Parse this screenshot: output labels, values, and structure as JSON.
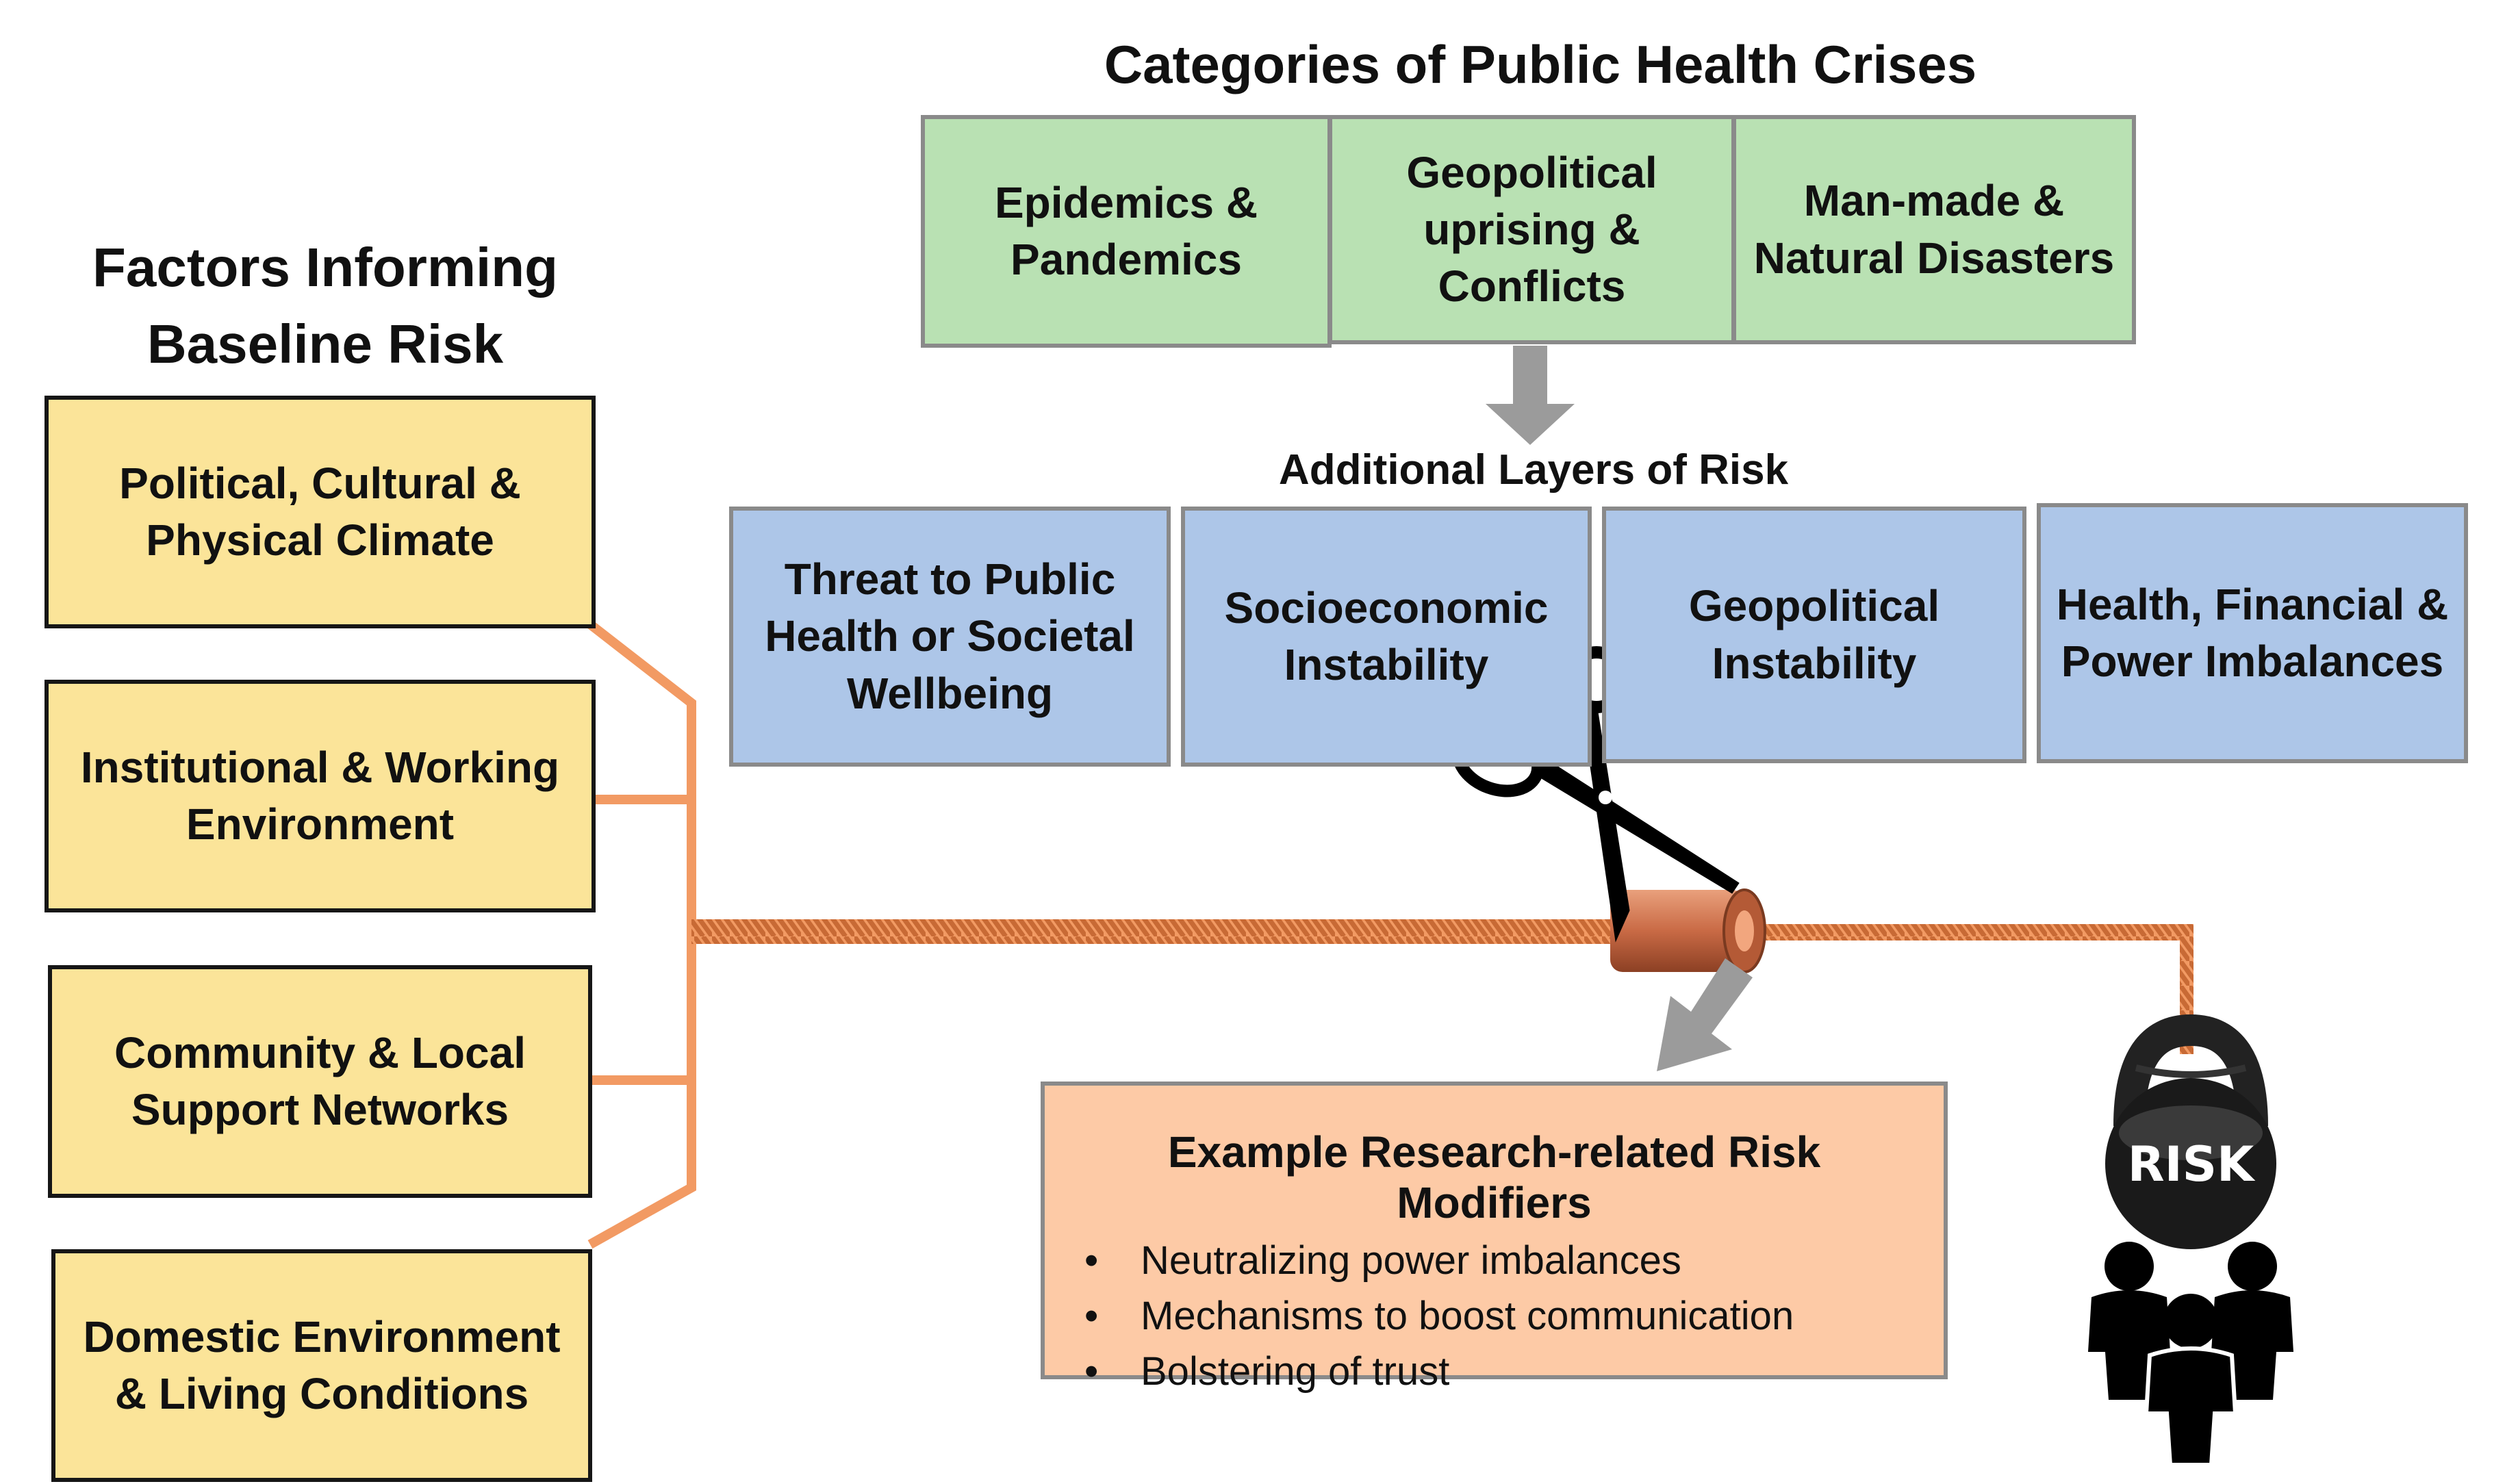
{
  "crises": {
    "title": "Categories of Public Health Crises",
    "items": [
      "Epidemics & Pandemics",
      "Geopolitical uprising & Conflicts",
      "Man-made & Natural Disasters"
    ]
  },
  "layers": {
    "title": "Additional Layers of Risk",
    "items": [
      "Threat to Public Health or Societal Wellbeing",
      "Socioeconomic Instability",
      "Geopolitical Instability",
      "Health, Financial & Power Imbalances"
    ]
  },
  "factors": {
    "title": "Factors Informing Baseline Risk",
    "items": [
      "Political, Cultural & Physical Climate",
      "Institutional & Working Environment",
      "Community & Local Support Networks",
      "Domestic Environment & Living Conditions"
    ]
  },
  "modifiers": {
    "title": "Example Research-related Risk Modifiers",
    "bullet": "•",
    "items": [
      "Neutralizing power imbalances",
      "Mechanisms to boost communication",
      "Bolstering of trust"
    ]
  },
  "weight": {
    "label": "RISK"
  },
  "colors": {
    "green": "#b9e1b3",
    "blue": "#adc6e8",
    "yellow": "#fbe499",
    "peach": "#fdcaa6",
    "rope": "#f29a63",
    "arrow": "#9b9b9b"
  },
  "icons": [
    "scissors-icon",
    "kettlebell-icon",
    "people-group-icon",
    "down-arrow-icon"
  ]
}
